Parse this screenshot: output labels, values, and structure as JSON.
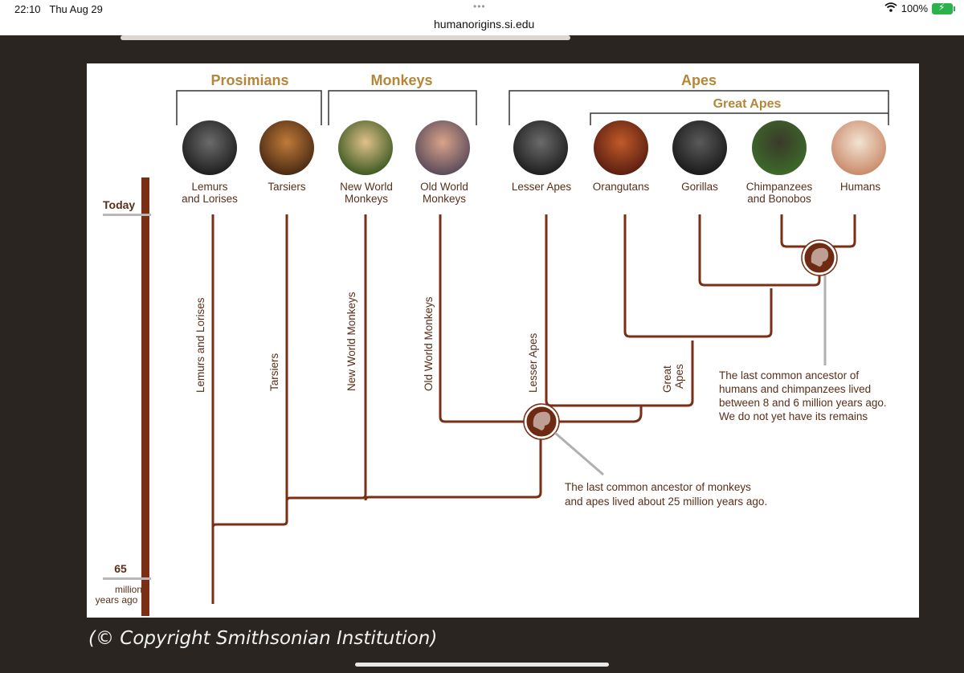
{
  "status_bar": {
    "time": "22:10",
    "date": "Thu Aug 29",
    "url": "humanorigins.si.edu",
    "battery": "100%"
  },
  "diagram": {
    "groups": {
      "prosimians": "Prosimians",
      "monkeys": "Monkeys",
      "apes": "Apes",
      "great_apes": "Great Apes"
    },
    "taxa": [
      {
        "id": "lemurs",
        "line1": "Lemurs",
        "line2": "and Lorises",
        "branch": "Lemurs and Lorises"
      },
      {
        "id": "tarsiers",
        "line1": "Tarsiers",
        "line2": "",
        "branch": "Tarsiers"
      },
      {
        "id": "nwm",
        "line1": "New World",
        "line2": "Monkeys",
        "branch": "New World Monkeys"
      },
      {
        "id": "owm",
        "line1": "Old World",
        "line2": "Monkeys",
        "branch": "Old World Monkeys"
      },
      {
        "id": "lesser",
        "line1": "Lesser Apes",
        "line2": "",
        "branch": "Lesser Apes"
      },
      {
        "id": "orang",
        "line1": "Orangutans",
        "line2": ""
      },
      {
        "id": "gorillas",
        "line1": "Gorillas",
        "line2": ""
      },
      {
        "id": "chimps",
        "line1": "Chimpanzees",
        "line2": "and Bonobos"
      },
      {
        "id": "humans",
        "line1": "Humans",
        "line2": ""
      }
    ],
    "great_apes_branch": {
      "line1": "Great",
      "line2": "Apes"
    },
    "timescale": {
      "today": "Today",
      "mya_value": "65",
      "mya_line1": "million",
      "mya_line2": "years ago"
    },
    "annotations": {
      "monkey_ape": [
        "The last common ancestor of monkeys",
        "and apes lived about 25 million years ago."
      ],
      "human_chimp": [
        "The last common ancestor of",
        "humans and chimpanzees lived",
        "between 8 and 6 million years ago.",
        "We do not yet have its remains"
      ]
    },
    "colors": {
      "branch": "#7a2e14",
      "group_label": "#b5863a",
      "text": "#5a2f1a",
      "node": "#6e2a12"
    }
  },
  "copyright": "(© Copyright Smithsonian Institution)"
}
